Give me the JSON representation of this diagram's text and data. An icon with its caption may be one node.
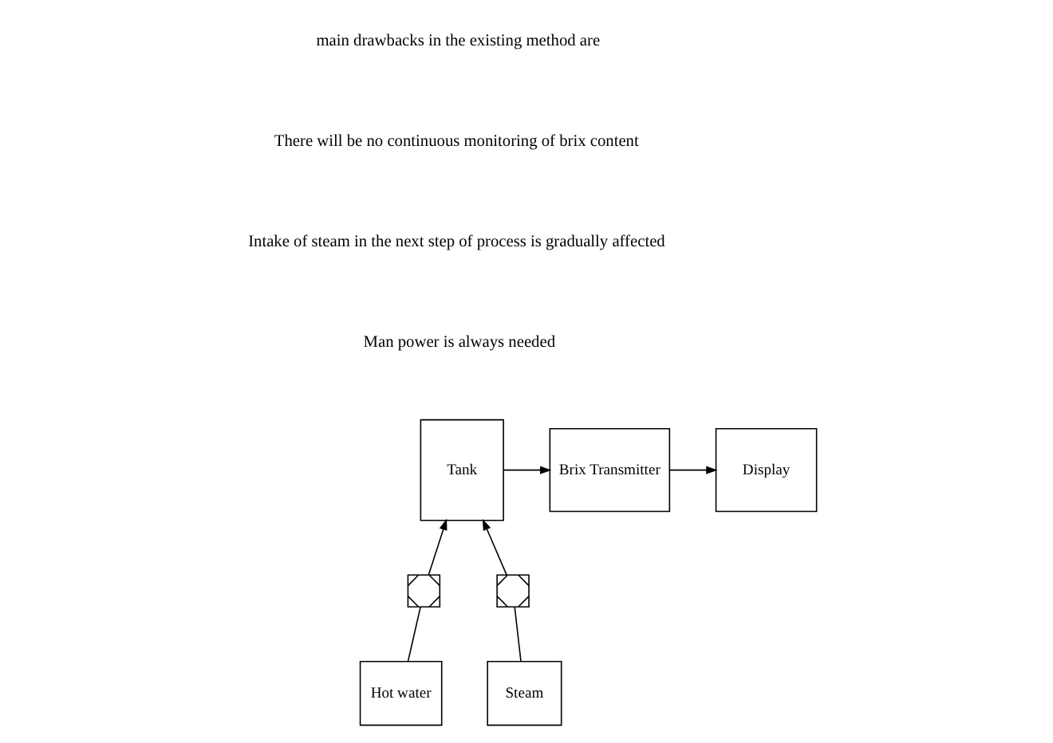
{
  "diagram": {
    "nodes": [
      {
        "text": [
          "Tank"
        ]
      },
      {
        "text": [
          "Brix Transmitter"
        ]
      },
      {
        "text": [
          "Display"
        ]
      },
      {
        "text": [],
        "shape": "valve"
      },
      {
        "text": [],
        "shape": "valve"
      },
      {
        "text": [
          "Hot water"
        ]
      },
      {
        "text": [
          "Steam"
        ]
      }
    ],
    "edges": [
      {
        "from": 3,
        "to": 0,
        "arrow": "to"
      },
      {
        "from": 4,
        "to": 0,
        "arrow": "to"
      },
      {
        "from": 0,
        "to": 1,
        "arrow": "to"
      },
      {
        "from": 1,
        "to": 2,
        "arrow": "to"
      },
      {
        "from": 5,
        "to": 3,
        "arrow": "none"
      },
      {
        "from": 6,
        "to": 4,
        "arrow": "none"
      }
    ],
    "labels": [
      "main drawbacks in the existing method are",
      "There will be no continuous monitoring of brix content",
      "Intake of steam in the next step of process is gradually affected",
      "Man power is always needed"
    ]
  }
}
